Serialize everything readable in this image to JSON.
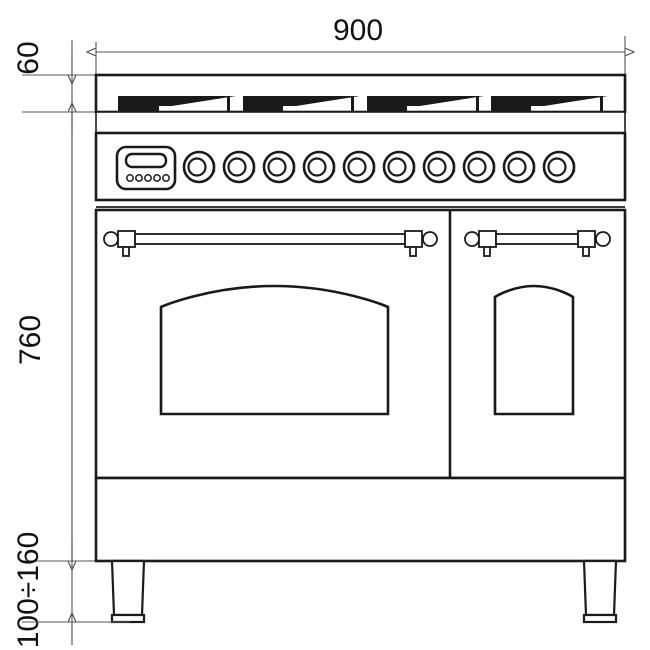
{
  "drawing": {
    "title": "Range cooker front elevation dimensioned drawing",
    "units": "mm",
    "line_color": "#1a1a1a",
    "dimension_line_color": "#555555",
    "fill_color": "#ffffff",
    "grate_color": "#1a1a1a"
  },
  "dimensions": {
    "width_overall": "900",
    "cooktop_height": "60",
    "body_height": "760",
    "leg_height_range": "100÷160"
  },
  "appliance": {
    "name": "range-cooker",
    "cooktop": {
      "label": "cooktop",
      "burner_grate_count": 4
    },
    "control_panel": {
      "label": "control-panel",
      "timer": {
        "label": "timer-display-module",
        "button_count": 5
      },
      "knob_count": 10
    },
    "doors": [
      {
        "name": "main-oven-door",
        "handle": "main-oven-door-handle",
        "window": "main-oven-window"
      },
      {
        "name": "secondary-oven-door",
        "handle": "secondary-oven-door-handle",
        "window": "secondary-oven-window"
      }
    ],
    "plinth": {
      "label": "plinth"
    },
    "legs": [
      {
        "name": "leg-left"
      },
      {
        "name": "leg-right"
      }
    ]
  }
}
